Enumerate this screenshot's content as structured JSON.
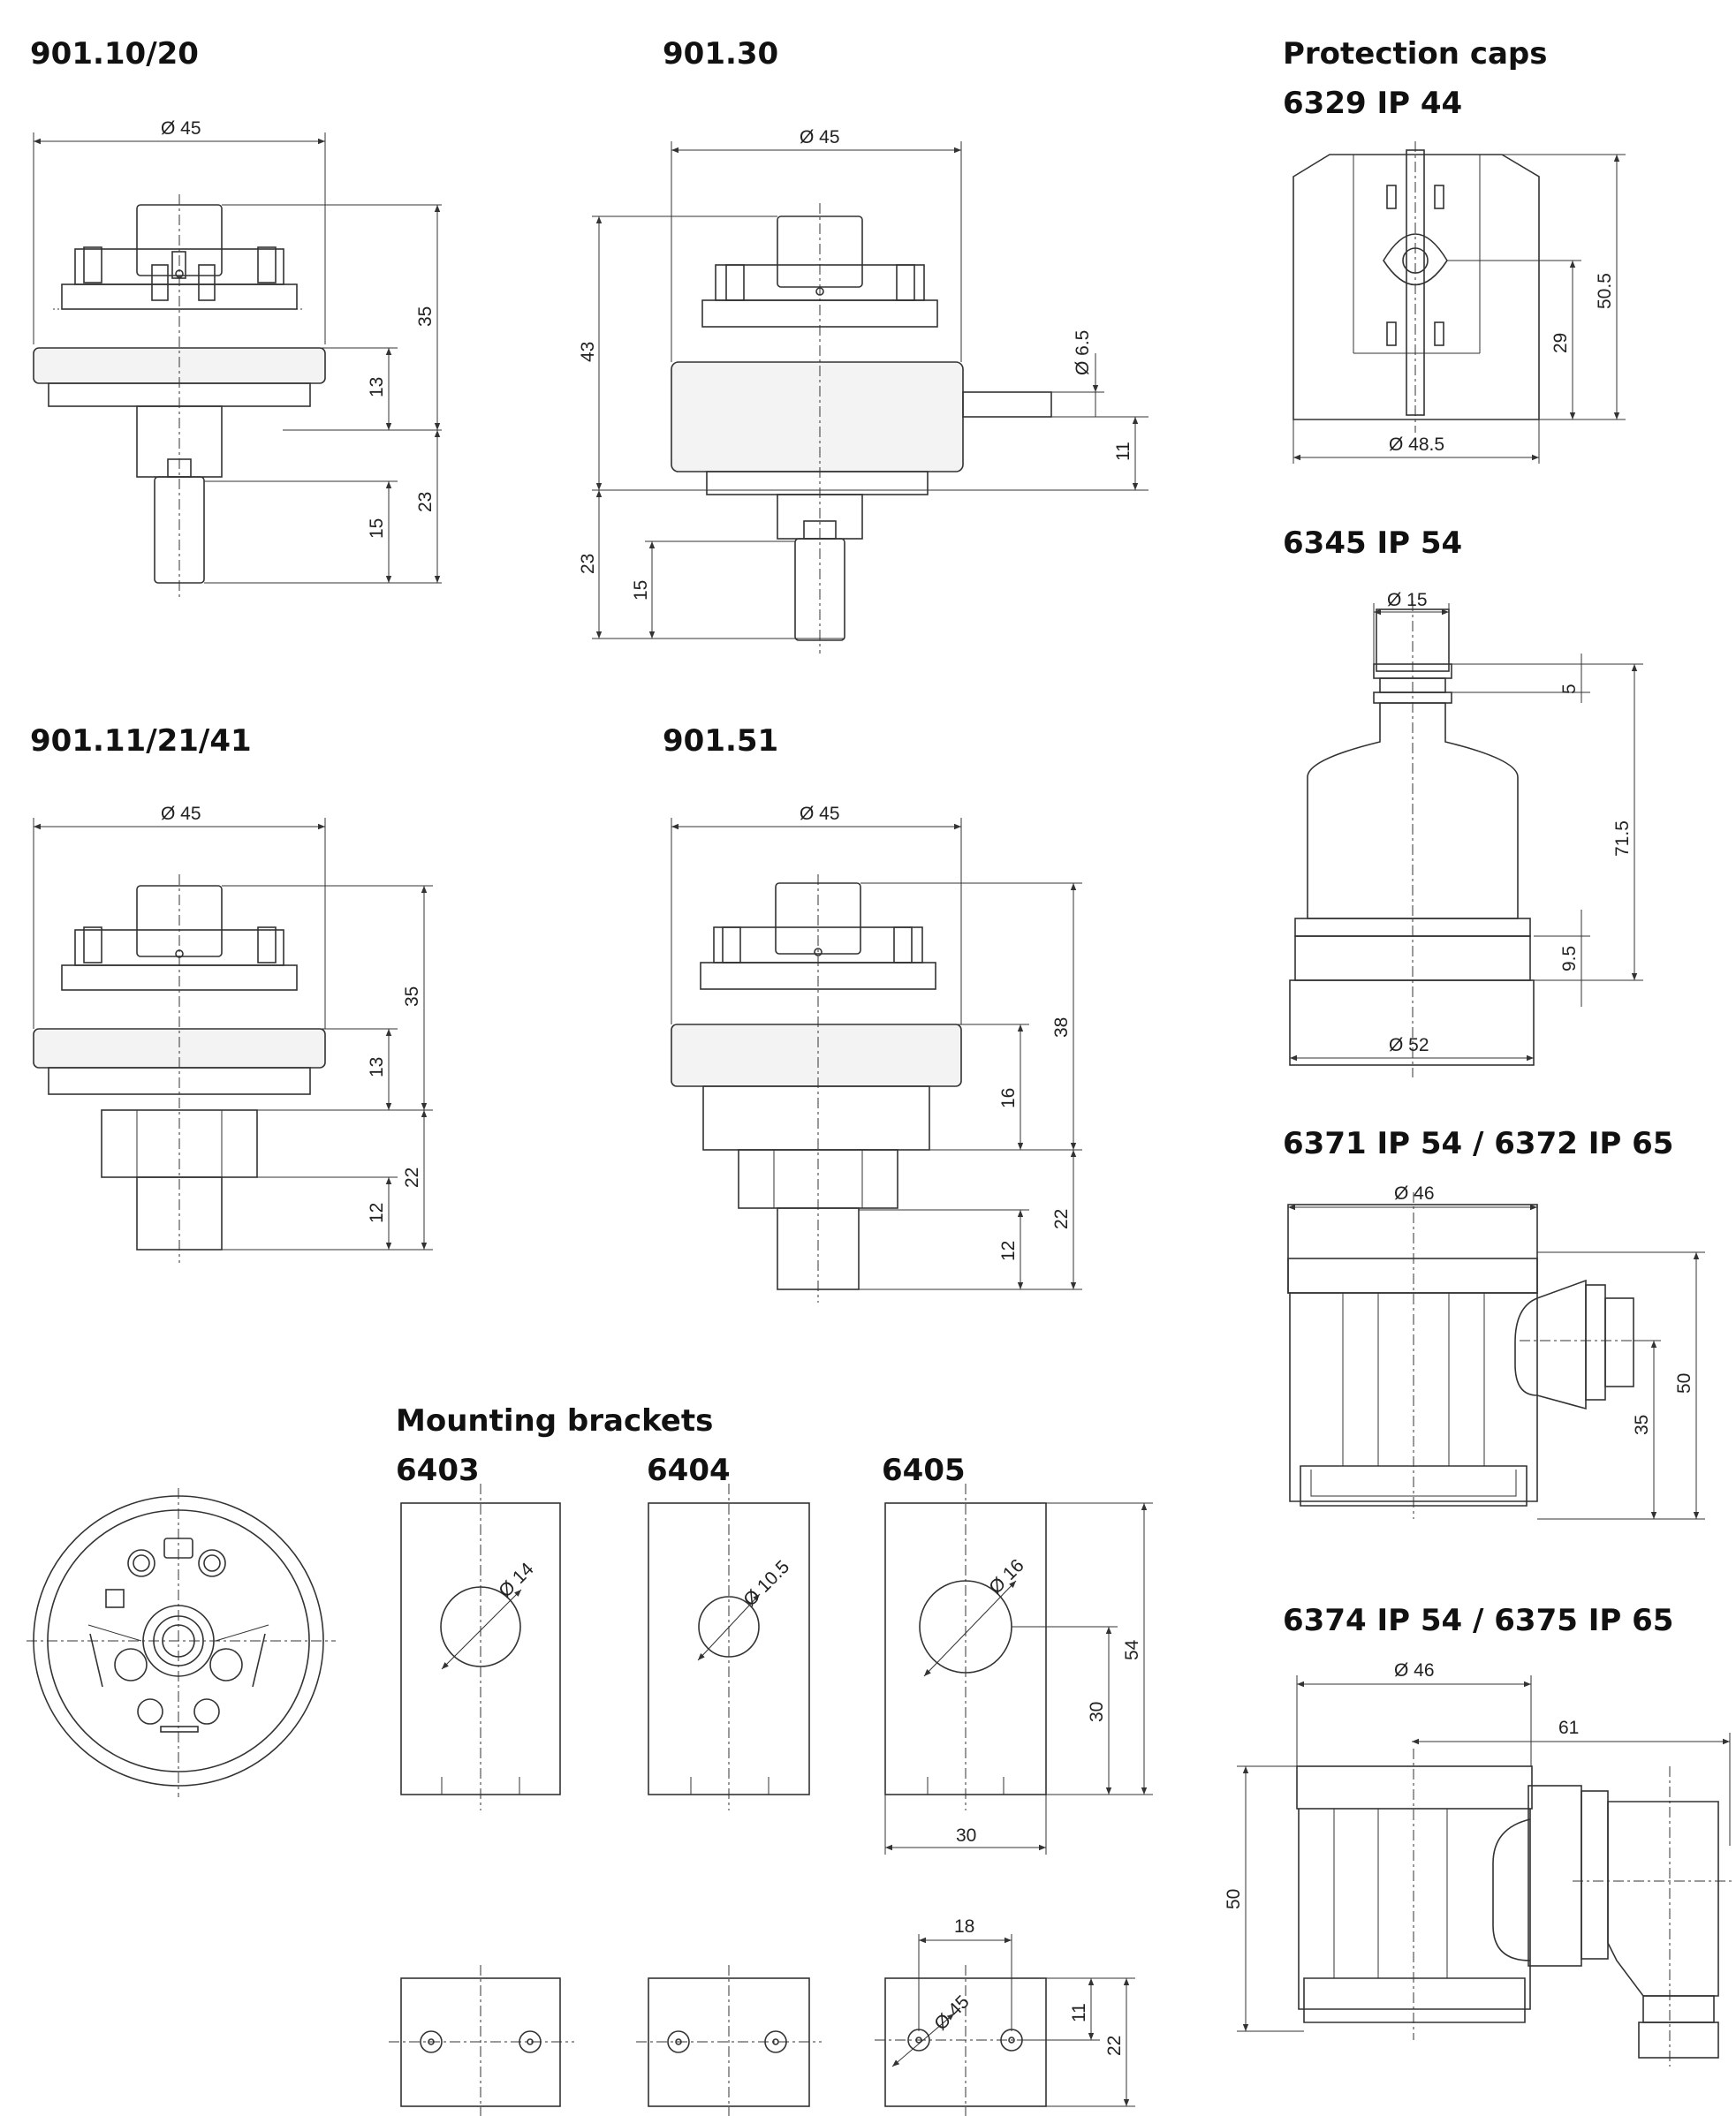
{
  "headings": {
    "h_901_10_20": "901.10/20",
    "h_901_30": "901.30",
    "h_protection_caps": "Protection caps",
    "h_6329": "6329 IP 44",
    "h_6345": "6345 IP 54",
    "h_901_11_21_41": "901.11/21/41",
    "h_901_51": "901.51",
    "h_6371_6372": "6371 IP 54 / 6372 IP 65",
    "h_6374_6375": "6374 IP 54 / 6375 IP 65",
    "h_mounting": "Mounting brackets",
    "h_6403": "6403",
    "h_6404": "6404",
    "h_6405": "6405"
  },
  "dims": {
    "d901_10": {
      "dia": "Ø 45",
      "h35": "35",
      "h13": "13",
      "h23": "23",
      "h15": "15"
    },
    "d901_30": {
      "dia": "Ø 45",
      "h43": "43",
      "dia6": "Ø 6.5",
      "h11": "11",
      "h23": "23",
      "h15": "15"
    },
    "d6329": {
      "h50": "50.5",
      "h29": "29",
      "dia": "Ø 48.5"
    },
    "d6345": {
      "dia15": "Ø 15",
      "h5": "5",
      "h71": "71.5",
      "h9": "9.5",
      "dia52": "Ø 52"
    },
    "d901_11": {
      "dia": "Ø 45",
      "h35": "35",
      "h13": "13",
      "h22": "22",
      "h12": "12"
    },
    "d901_51": {
      "dia": "Ø 45",
      "h38": "38",
      "h16": "16",
      "h22": "22",
      "h12": "12"
    },
    "d6371": {
      "dia": "Ø 46",
      "h50": "50",
      "h35": "35"
    },
    "d6374": {
      "dia": "Ø 46",
      "w61": "61",
      "h50": "50"
    },
    "d6403": {
      "dia": "Ø 14"
    },
    "d6404": {
      "dia": "Ø 10.5"
    },
    "d6405": {
      "dia": "Ø 16",
      "h54": "54",
      "h30": "30",
      "w30": "30",
      "w18": "18",
      "dia45": "Ø 45",
      "h11": "11",
      "h22": "22"
    }
  }
}
